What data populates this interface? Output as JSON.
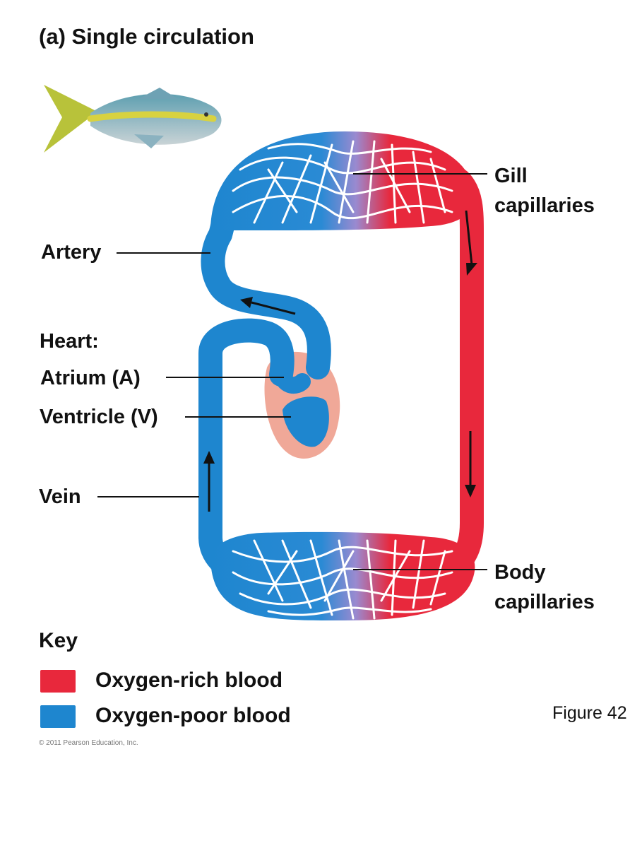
{
  "title": "(a) Single circulation",
  "labels": {
    "gill": [
      "Gill",
      "capillaries"
    ],
    "artery": "Artery",
    "heart": "Heart:",
    "atrium": "Atrium (A)",
    "ventricle": "Ventricle (V)",
    "vein": "Vein",
    "body": [
      "Body",
      "capillaries"
    ]
  },
  "key": {
    "heading": "Key",
    "items": [
      {
        "label": "Oxygen-rich blood",
        "color": "#e8283c"
      },
      {
        "label": "Oxygen-poor blood",
        "color": "#1e86cf"
      }
    ]
  },
  "figure_ref": "Figure 42",
  "copyright": "© 2011 Pearson Education, Inc.",
  "colors": {
    "oxygen_poor": "#1e86cf",
    "oxygen_rich": "#e8283c",
    "heart_tissue": "#f0a898",
    "arrow": "#111111"
  },
  "icons": [
    "fish-icon",
    "flow-arrow-icon"
  ]
}
